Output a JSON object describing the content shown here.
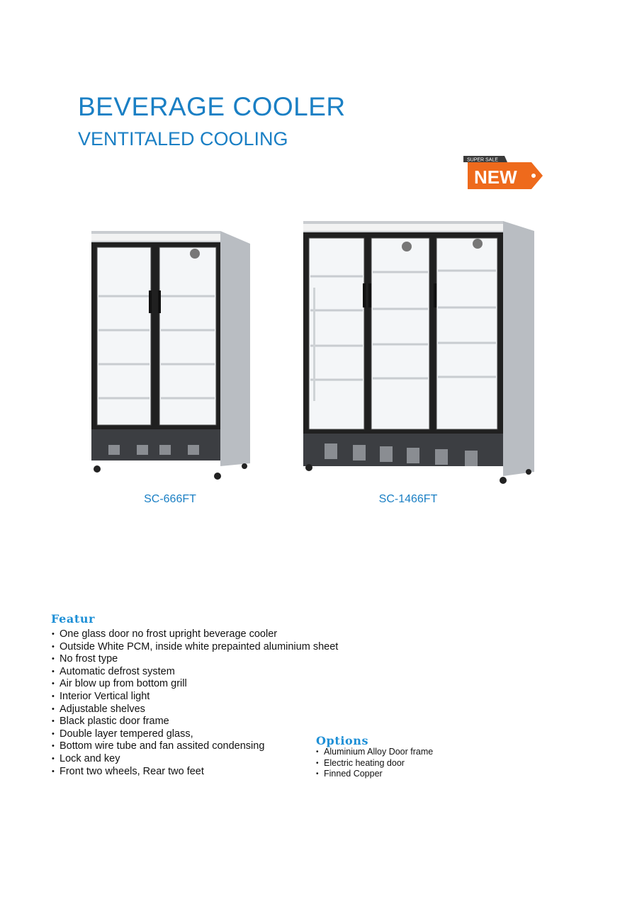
{
  "header": {
    "title": "BEVERAGE COOLER",
    "subtitle": "VENTITALED COOLING"
  },
  "badge": {
    "small_text": "SUPER SALE",
    "big_text": "NEW",
    "color": "#ee6a1c"
  },
  "products": [
    {
      "model": "SC-666FT",
      "doors": 2
    },
    {
      "model": "SC-1466FT",
      "doors": 3
    }
  ],
  "features": {
    "title": "Featur",
    "items": [
      "One glass door no frost upright beverage cooler",
      "Outside White PCM, inside white prepainted aluminium sheet",
      "No frost type",
      "Automatic defrost system",
      "Air blow up from bottom grill",
      "Interior Vertical light",
      "Adjustable shelves",
      "Black plastic door frame",
      "Double layer  tempered glass,",
      "Bottom wire tube and fan assited  condensing",
      "Lock and key",
      "Front two wheels, Rear two feet"
    ]
  },
  "options": {
    "title": "Options",
    "items": [
      "Aluminium Alloy Door frame",
      "Electric heating door",
      "Finned  Copper"
    ]
  },
  "colors": {
    "accent": "#1a7fc4",
    "section_title": "#1d8fd6"
  }
}
